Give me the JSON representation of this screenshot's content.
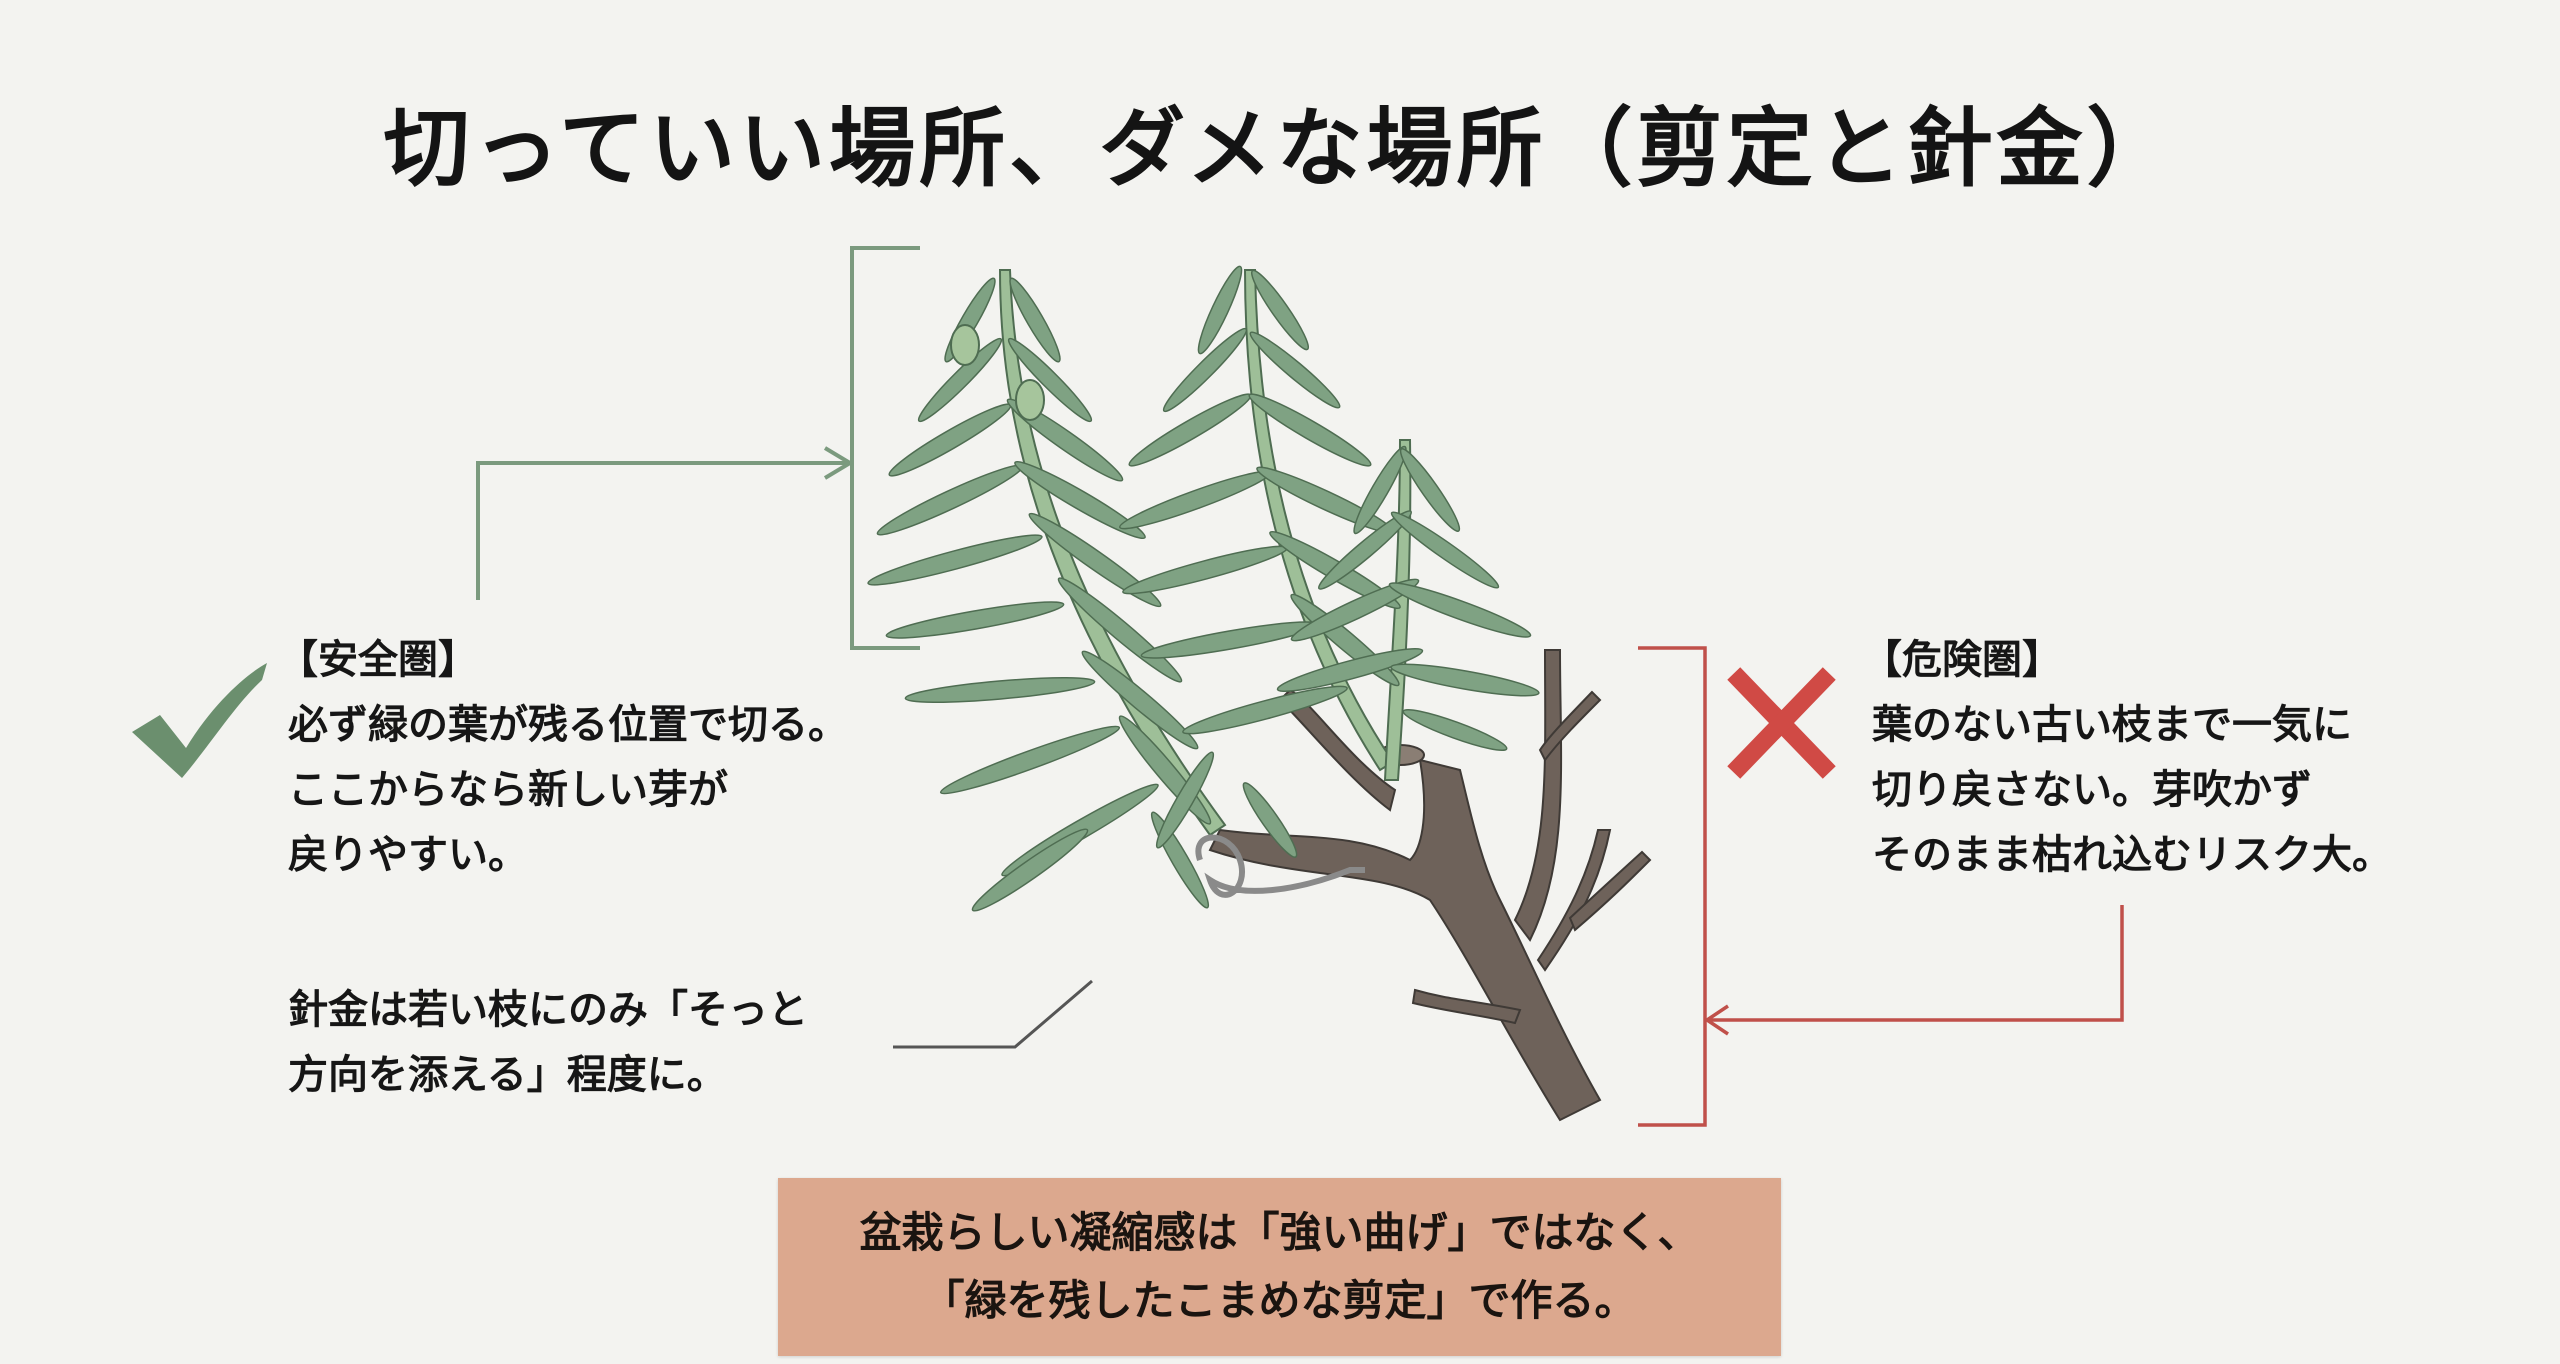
{
  "title": "切っていい場所、ダメな場所（剪定と針金）",
  "safe_zone": {
    "icon": "checkmark-icon",
    "color": "#6b8f6e",
    "heading": "【安全圏】",
    "lines": [
      "必ず緑の葉が残る位置で切る。",
      "ここからなら新しい芽が",
      "戻りやすい。"
    ]
  },
  "danger_zone": {
    "icon": "x-mark-icon",
    "color": "#d04a45",
    "heading": "【危険圏】",
    "lines": [
      "葉のない古い枝まで一気に",
      "切り戻さない。芽吹かず",
      "そのまま枯れ込むリスク大。"
    ]
  },
  "wire_note": {
    "lines": [
      "針金は若い枝にのみ「そっと",
      "方向を添える」程度に。"
    ]
  },
  "summary": {
    "background": "#dca88e",
    "lines": [
      "盆栽らしい凝縮感は「強い曲げ」ではなく、",
      "「緑を残したこまめな剪定」で作る。"
    ]
  },
  "illustration": {
    "subject": "rosemary-branch-with-wire",
    "foliage_color": "#7fa283",
    "wood_color": "#6e625a",
    "wire_color": "#8a8a8a"
  }
}
